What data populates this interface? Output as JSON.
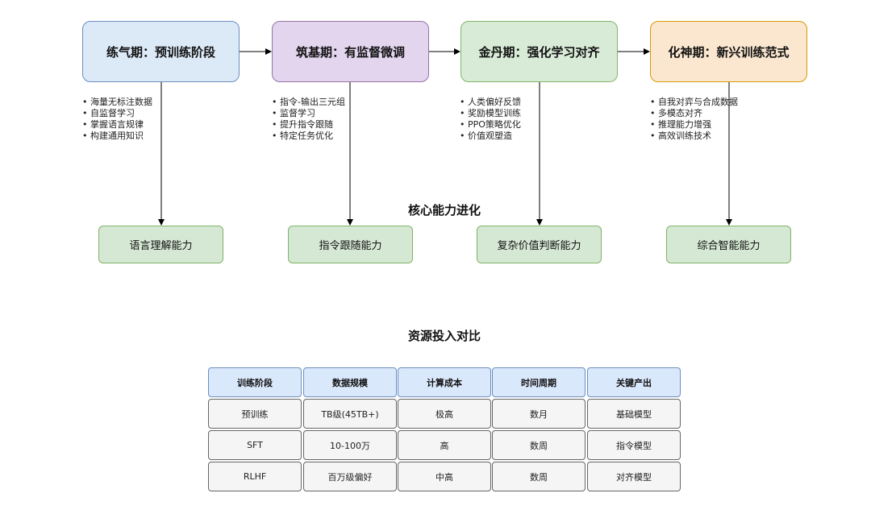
{
  "stages": [
    {
      "title": "练气期：预训练阶段",
      "bullets": [
        "海量无标注数据",
        "自监督学习",
        "掌握语言规律",
        "构建通用知识"
      ]
    },
    {
      "title": "筑基期：有监督微调",
      "bullets": [
        "指令-输出三元组",
        "监督学习",
        "提升指令跟随",
        "特定任务优化"
      ]
    },
    {
      "title": "金丹期：强化学习对齐",
      "bullets": [
        "人类偏好反馈",
        "奖励模型训练",
        "PPO策略优化",
        "价值观塑造"
      ]
    },
    {
      "title": "化神期：新兴训练范式",
      "bullets": [
        "自我对弈与合成数据",
        "多模态对齐",
        "推理能力增强",
        "高效训练技术"
      ]
    }
  ],
  "core_title": "核心能力进化",
  "abilities": [
    "语言理解能力",
    "指令跟随能力",
    "复杂价值判断能力",
    "综合智能能力"
  ],
  "resource_title": "资源投入对比",
  "table": {
    "headers": [
      "训练阶段",
      "数据规模",
      "计算成本",
      "时间周期",
      "关键产出"
    ],
    "rows": [
      [
        "预训练",
        "TB级(45TB+)",
        "极高",
        "数月",
        "基础模型"
      ],
      [
        "SFT",
        "10-100万",
        "高",
        "数周",
        "指令模型"
      ],
      [
        "RLHF",
        "百万级偏好",
        "中高",
        "数周",
        "对齐模型"
      ]
    ]
  },
  "colors": {
    "stage_fills": [
      "#dce9f7",
      "#e3d5ee",
      "#d8ebd6",
      "#fbe7cf"
    ],
    "ability_fill": "#d5e8d4",
    "header_fill": "#dae8fc",
    "cell_fill": "#f5f5f5"
  }
}
